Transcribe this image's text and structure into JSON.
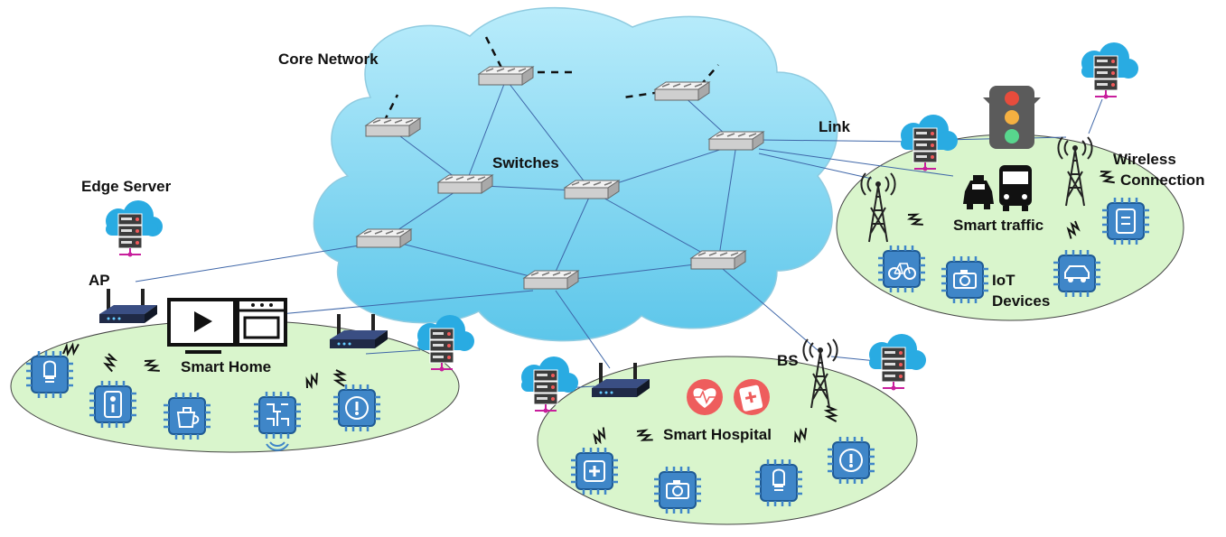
{
  "labels": {
    "core_network": "Core Network",
    "switches": "Switches",
    "link": "Link",
    "wireless_line1": "Wireless",
    "wireless_line2": "Connection",
    "edge_server": "Edge Server",
    "ap": "AP",
    "smart_home": "Smart Home",
    "smart_traffic": "Smart traffic",
    "iot_line1": "IoT",
    "iot_line2": "Devices",
    "bs": "BS",
    "smart_hospital": "Smart Hospital"
  },
  "colors": {
    "cloud_fill": "#8fd8f0",
    "zone_fill": "#d6f5c8",
    "link_line": "#4a79b8",
    "chip_blue": "#3f86c8",
    "server_cloud": "#27a9e1",
    "alert_red": "#ec5a5a"
  },
  "icons": {
    "switch": "network-switch-icon",
    "edge_server": "cloud-server-icon",
    "router": "wireless-router-icon",
    "tower": "radio-tower-icon",
    "traffic_light": "traffic-light-icon",
    "iot": "iot-chip-icon"
  }
}
